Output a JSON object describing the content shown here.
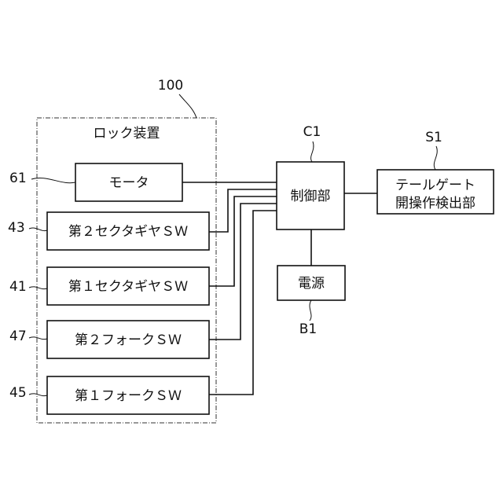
{
  "group": {
    "ref": "100",
    "label": "ロック装置"
  },
  "blocks": {
    "motor": {
      "ref": "61",
      "label": "モータ"
    },
    "sector2_sw": {
      "ref": "43",
      "label": "第２セクタギヤＳＷ"
    },
    "sector1_sw": {
      "ref": "41",
      "label": "第１セクタギヤＳＷ"
    },
    "fork2_sw": {
      "ref": "47",
      "label": "第２フォークＳＷ"
    },
    "fork1_sw": {
      "ref": "45",
      "label": "第１フォークＳＷ"
    },
    "controller": {
      "ref": "C1",
      "label": "制御部"
    },
    "tailgate_detector": {
      "ref": "S1",
      "label_line1": "テールゲート",
      "label_line2": "開操作検出部"
    },
    "power": {
      "ref": "B1",
      "label": "電源"
    }
  }
}
